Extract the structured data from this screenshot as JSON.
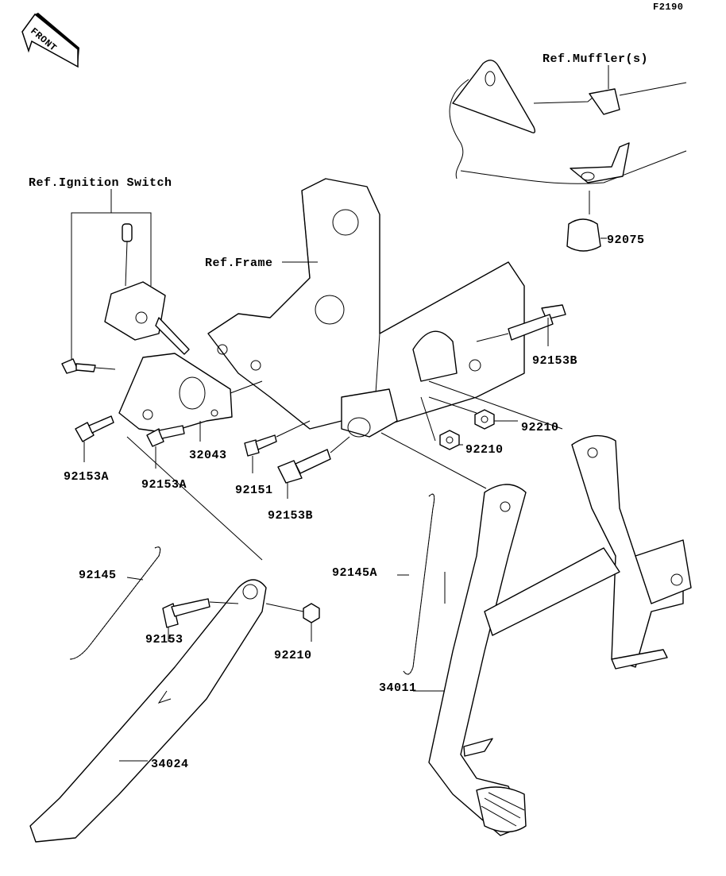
{
  "diagram_code": "F2190",
  "front_arrow": "FRONT",
  "refs": {
    "muffler": "Ref.Muffler(s)",
    "ignition_switch": "Ref.Ignition Switch",
    "frame": "Ref.Frame"
  },
  "parts": {
    "p92075": "92075",
    "p92153B_top": "92153B",
    "p92210_a": "92210",
    "p92210_b": "92210",
    "p32043": "32043",
    "p92153A_a": "92153A",
    "p92153A_b": "92153A",
    "p92151": "92151",
    "p92153B_bottom": "92153B",
    "p92145": "92145",
    "p92145A": "92145A",
    "p92153": "92153",
    "p92210_c": "92210",
    "p34011": "34011",
    "p34024": "34024"
  }
}
